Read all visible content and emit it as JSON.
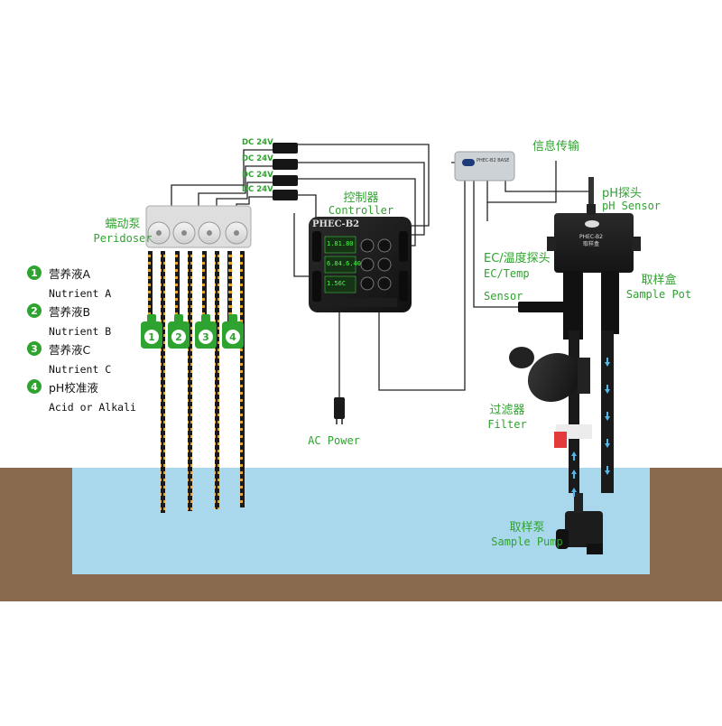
{
  "labels": {
    "peridoser_cn": "蠕动泵",
    "peridoser_en": "Peridoser",
    "controller_cn": "控制器",
    "controller_en": "Controller",
    "info_cn": "信息传输",
    "ph_cn": "pH探头",
    "ph_en": "pH Sensor",
    "ec_cn": "EC/温度探头",
    "ec_en1": "EC/Temp",
    "ec_en2": "Sensor",
    "pot_cn": "取样盒",
    "pot_en": "Sample Pot",
    "filter_cn": "过滤器",
    "filter_en": "Filter",
    "pump_cn": "取样泵",
    "pump_en": "Sample Pump",
    "ac_power": "AC Power",
    "dc1": "DC 24V",
    "dc2": "DC 24V",
    "dc3": "DC 24V",
    "dc4": "DC 24V"
  },
  "legend": [
    {
      "num": "1",
      "cn": "营养液A",
      "en": "Nutrient A"
    },
    {
      "num": "2",
      "cn": "营养液B",
      "en": "Nutrient B"
    },
    {
      "num": "3",
      "cn": "营养液C",
      "en": "Nutrient C"
    },
    {
      "num": "4",
      "cn": "pH校准液",
      "en": "Acid or Alkali"
    }
  ],
  "bottles": [
    "1",
    "2",
    "3",
    "4"
  ],
  "controller": {
    "brand": "PHEC-B2",
    "reading_ec": "1.81.80",
    "reading_ph": "6.84.6.40",
    "reading_temp": "1.56C"
  },
  "sample_pot": {
    "model": "PHEC-B2",
    "sub": "取样盒"
  },
  "info_box": {
    "text": "PHEC-B2 BASE"
  },
  "colors": {
    "accent": "#2fa32f",
    "water": "#a9d8ec",
    "soil": "#8a6a4f",
    "device": "#1b1b1b",
    "flow_arrow": "#56b7ea"
  }
}
